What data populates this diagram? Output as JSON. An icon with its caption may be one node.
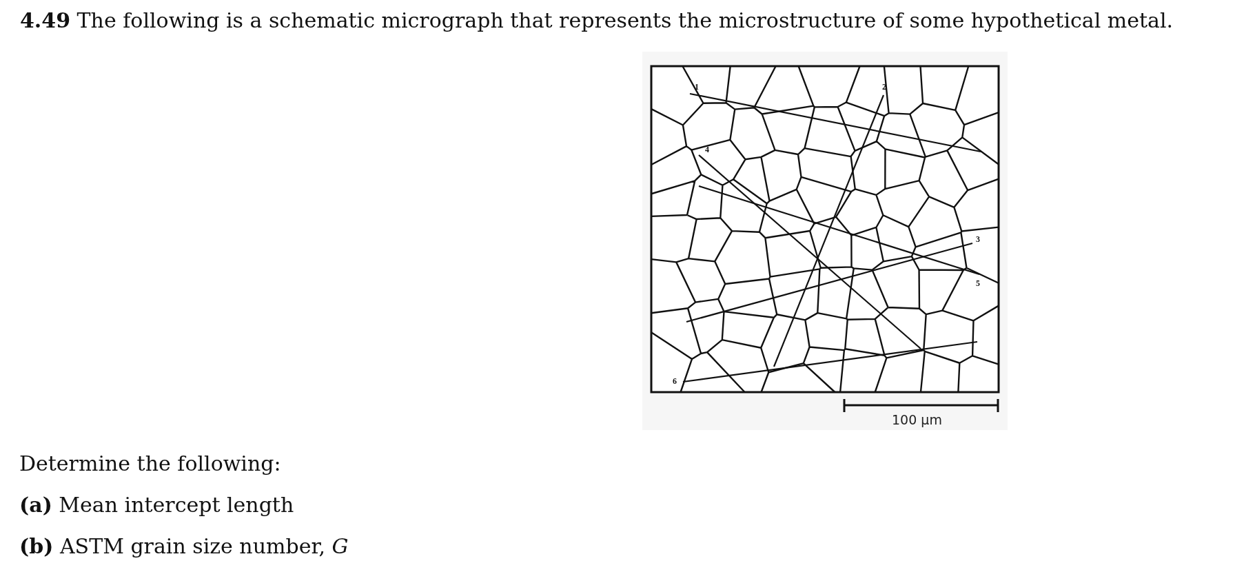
{
  "diagram": {
    "title": "**4.49** The following is a schematic micrograph that represents the microstructure of some hypothetical metal.",
    "labels": [
      "1",
      "2",
      "4",
      "3",
      "5",
      "6",
      "100 µm",
      "Determine the following:",
      "**(a)** Mean intercept length",
      "**(b)** ASTM grain size number, *G*"
    ]
  }
}
